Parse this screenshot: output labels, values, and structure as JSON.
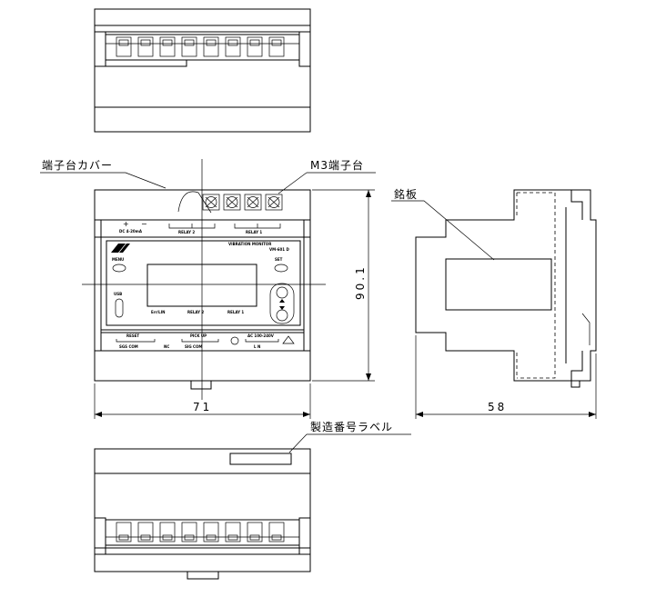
{
  "labels": {
    "terminal_cover": "端子台カバー",
    "m3_terminal": "M3端子台",
    "nameplate": "銘板",
    "serial_label": "製造番号ラベル"
  },
  "dimensions": {
    "height": "90.1",
    "width": "71",
    "depth": "58"
  },
  "panel": {
    "dc_out": "DC 4-20mA",
    "relay2_top": "RELAY 2",
    "relay1_top": "RELAY 1",
    "title": "VIBRATION MONITOR",
    "model": "VM-601 D",
    "menu": "MENU",
    "set": "SET",
    "usb": "USB",
    "err_ind": "Err/LIN",
    "relay2": "RELAY 2",
    "relay1": "RELAY 1",
    "reset": "RESET",
    "reset_sub": "SGS  COM",
    "nc": "NC",
    "pickup": "PICK UP",
    "pickup_sub": "SIG  COM",
    "ac_in": "AC 100-240V",
    "ac_sub": "L   N"
  }
}
